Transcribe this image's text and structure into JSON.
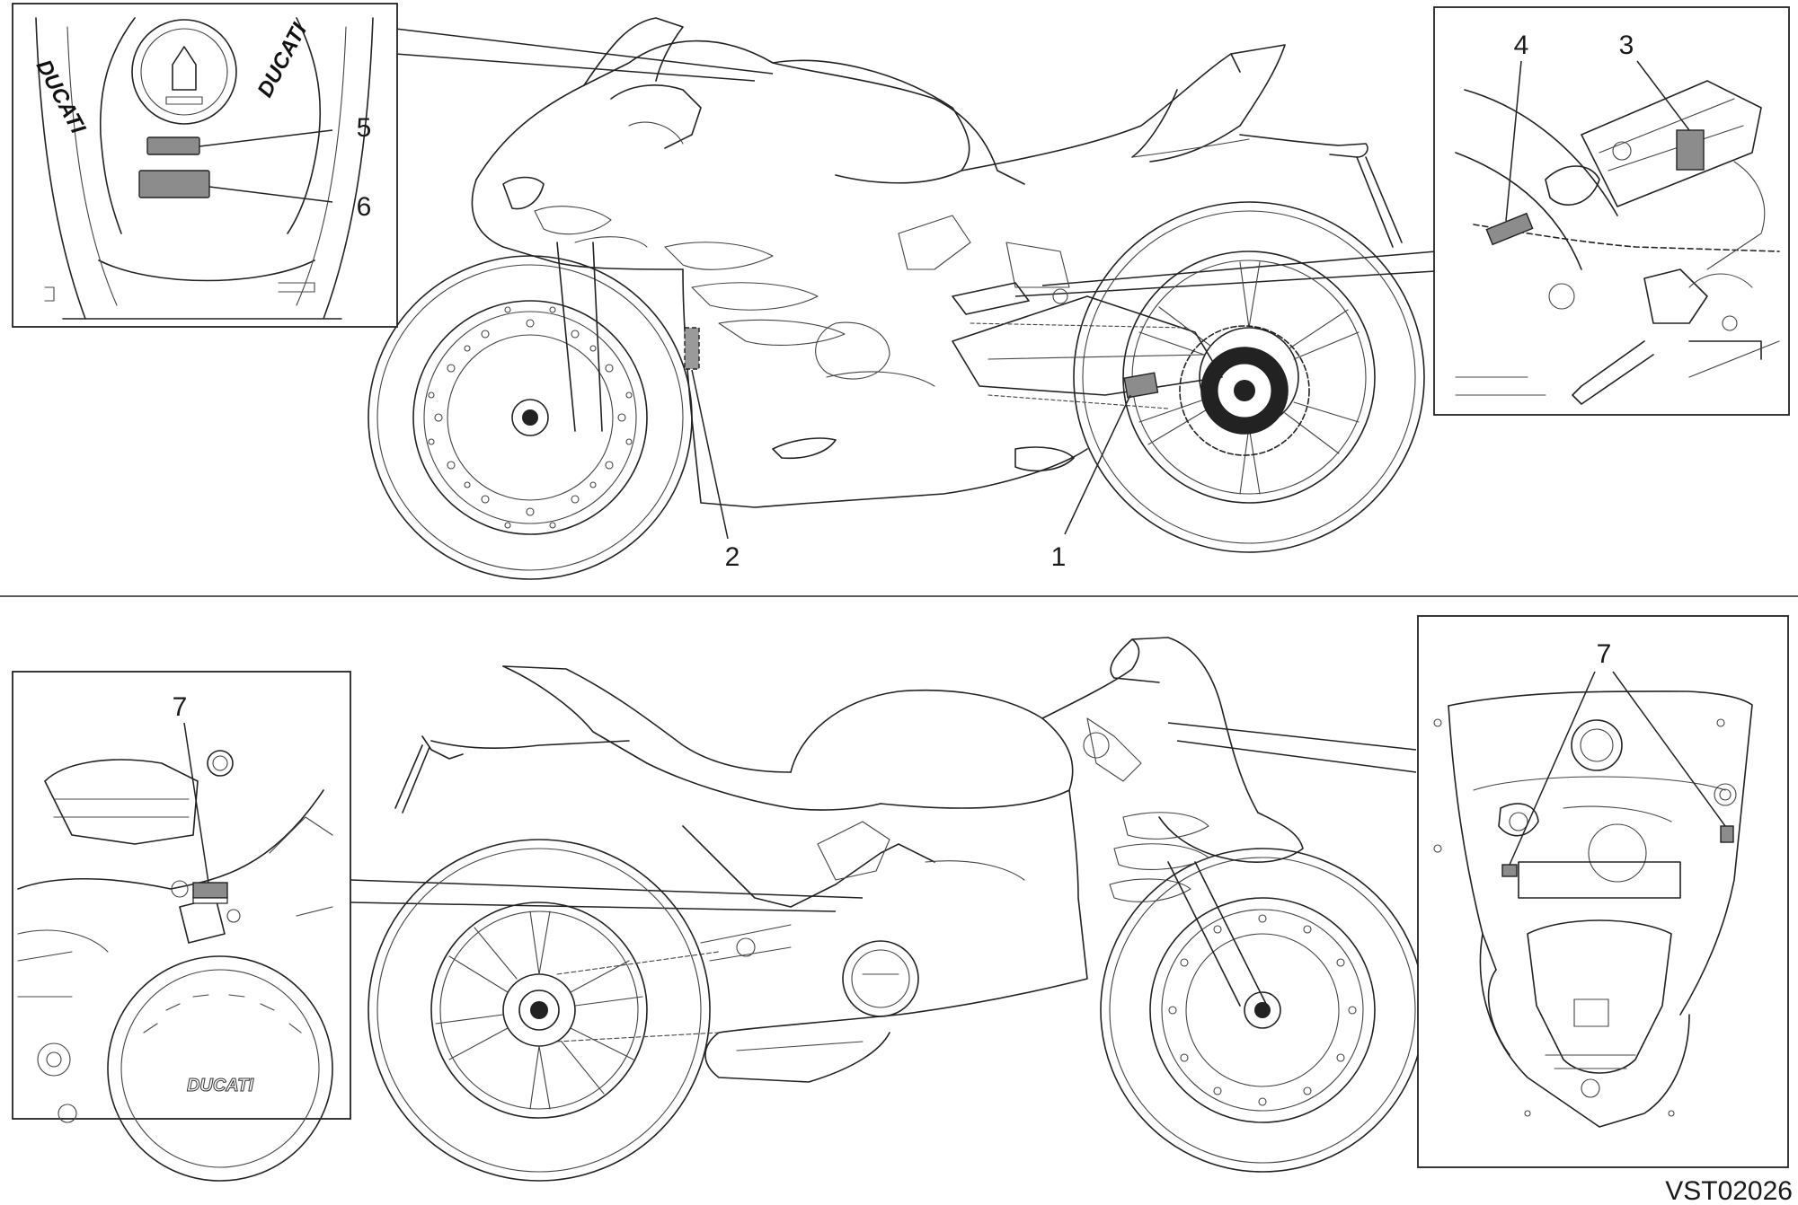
{
  "figure_code": "VST02026",
  "brand_text": "DUCATI",
  "callouts": [
    {
      "id": "1",
      "label": "1"
    },
    {
      "id": "2",
      "label": "2"
    },
    {
      "id": "3",
      "label": "3"
    },
    {
      "id": "4",
      "label": "4"
    },
    {
      "id": "5",
      "label": "5"
    },
    {
      "id": "6",
      "label": "6"
    },
    {
      "id": "7",
      "label": "7"
    }
  ],
  "colors": {
    "line": "#222222",
    "label_fill": "#8c8c8c",
    "background": "#ffffff"
  }
}
